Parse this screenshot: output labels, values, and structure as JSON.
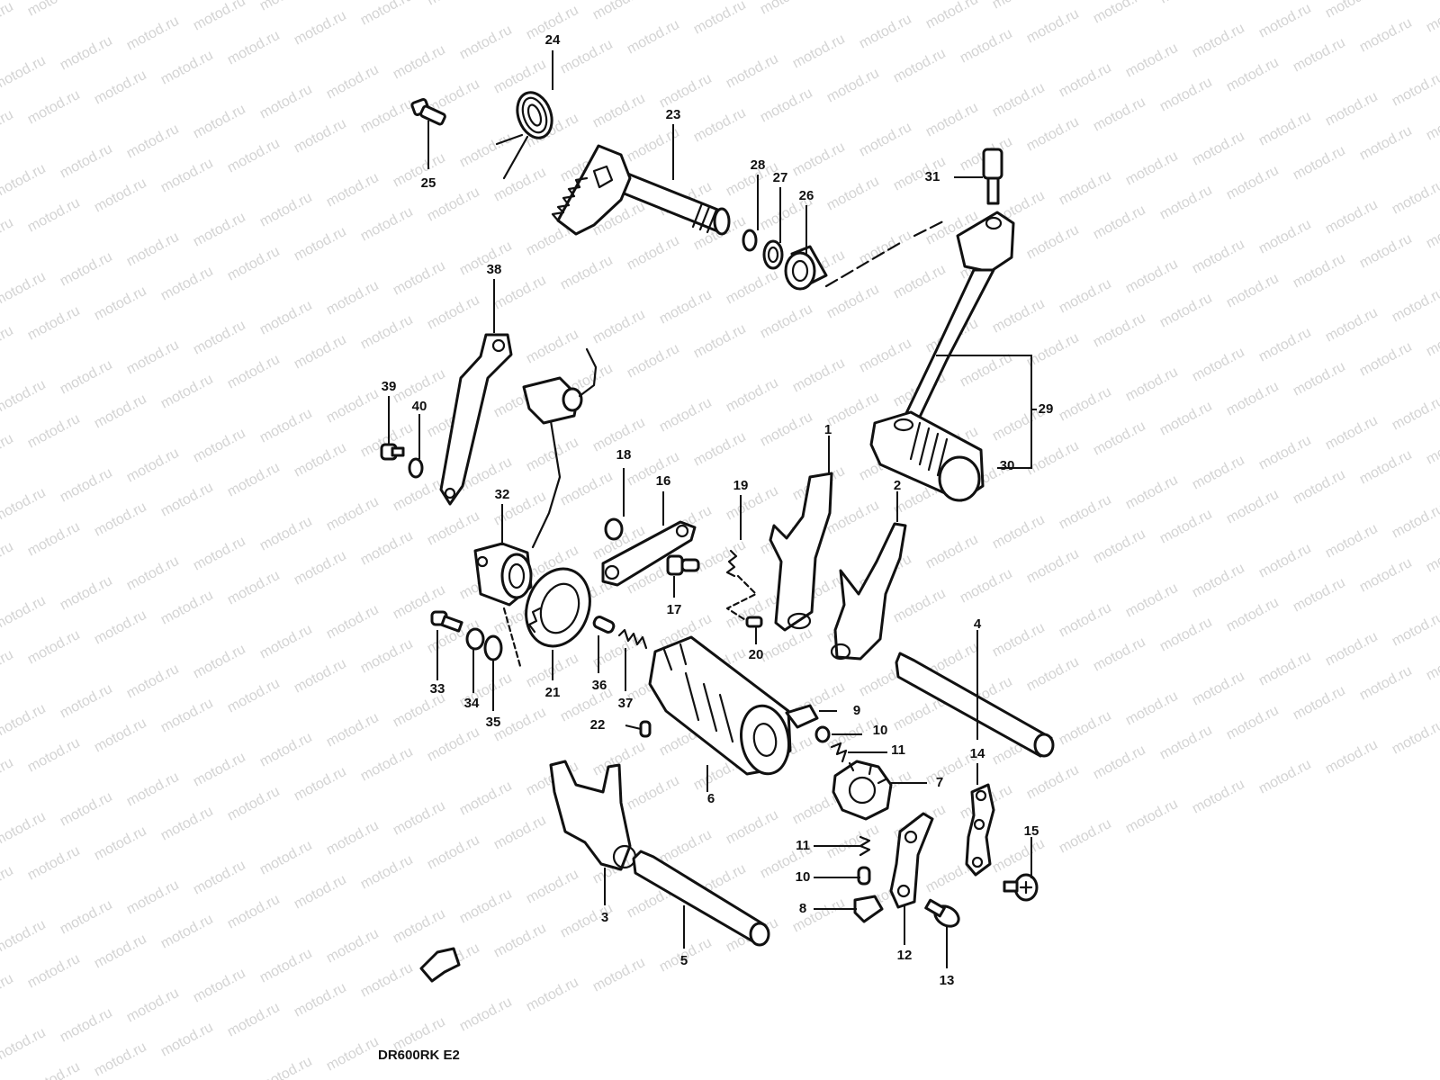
{
  "watermark": "motod.ru",
  "model_code": "DR600RK E2",
  "callouts": [
    "1",
    "2",
    "3",
    "4",
    "5",
    "6",
    "7",
    "8",
    "9",
    "10",
    "10",
    "11",
    "11",
    "12",
    "13",
    "14",
    "15",
    "16",
    "17",
    "18",
    "19",
    "20",
    "21",
    "22",
    "23",
    "24",
    "25",
    "26",
    "27",
    "28",
    "29",
    "30",
    "31",
    "32",
    "33",
    "34",
    "35",
    "36",
    "37",
    "38",
    "39",
    "40"
  ],
  "icons": [
    "front-arrow-icon"
  ],
  "colors": {
    "line": "#111111",
    "background": "#ffffff",
    "watermark": "#d4d4d4"
  }
}
